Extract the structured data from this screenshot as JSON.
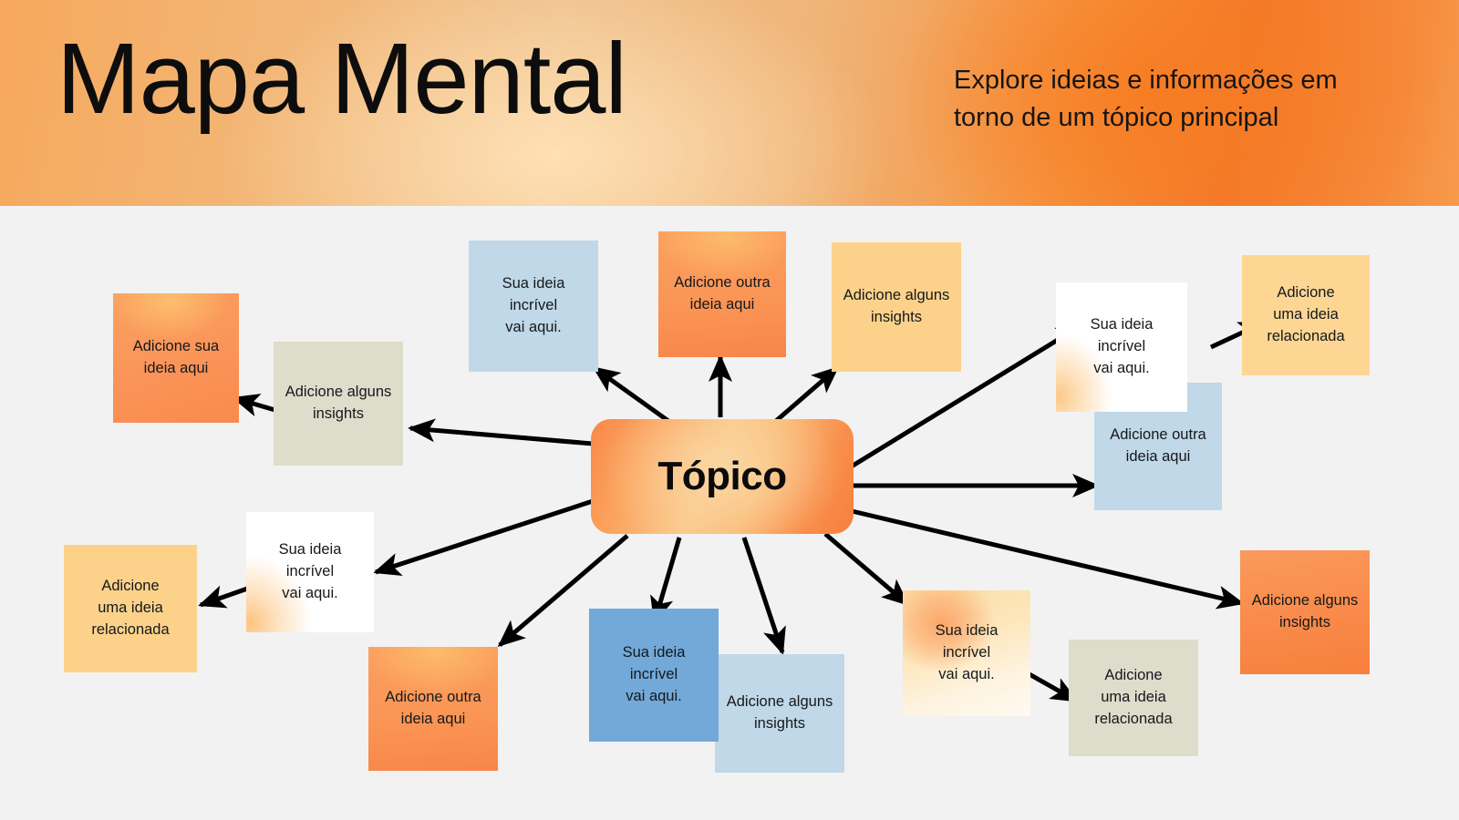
{
  "header": {
    "title": "Mapa Mental",
    "subtitle": "Explore ideias e informações em torno de um tópico principal",
    "gradient_start": "#f6a85c",
    "gradient_end": "#f2782a"
  },
  "center": {
    "label": "Tópico",
    "color": "#fba45f"
  },
  "cards": [
    {
      "id": "add-your-idea",
      "text": "Adicione sua\nideia aqui",
      "color": "#fa9458"
    },
    {
      "id": "insights-left",
      "text": "Adicione alguns\ninsights",
      "color": "#dedccb"
    },
    {
      "id": "amazing-idea-top",
      "text": "Sua ideia incrível\nvai aqui.",
      "color": "#c0d8e8"
    },
    {
      "id": "another-idea-top",
      "text": "Adicione outra\nideia aqui",
      "color": "#fa9458"
    },
    {
      "id": "insights-top",
      "text": "Adicione alguns\ninsights",
      "color": "#fcd28a"
    },
    {
      "id": "amazing-idea-right",
      "text": "Sua ideia\nincrível\nvai aqui.",
      "color": "#ffffff"
    },
    {
      "id": "related-idea-topright",
      "text": "Adicione\numa ideia\nrelacionada",
      "color": "#fcd28a"
    },
    {
      "id": "another-idea-right",
      "text": "Adicione outra\nideia aqui",
      "color": "#c0d8e8"
    },
    {
      "id": "insights-right",
      "text": "Adicione alguns\ninsights",
      "color": "#fa9458"
    },
    {
      "id": "amazing-idea-left",
      "text": "Sua ideia\nincrível\nvai aqui.",
      "color": "#ffffff"
    },
    {
      "id": "related-idea-left",
      "text": "Adicione\numa ideia\nrelacionada",
      "color": "#fcd28a"
    },
    {
      "id": "another-idea-bottom",
      "text": "Adicione outra\nideia aqui",
      "color": "#fa9458"
    },
    {
      "id": "amazing-idea-bottom",
      "text": "Sua ideia incrível\nvai aqui.",
      "color": "#72a9d8"
    },
    {
      "id": "insights-bottom",
      "text": "Adicione alguns\ninsights",
      "color": "#c0d8e8"
    },
    {
      "id": "amazing-idea-bottomright",
      "text": "Sua ideia\nincrível\nvai aqui.",
      "color": "#fde2a8"
    },
    {
      "id": "related-idea-bottomright",
      "text": "Adicione\numa ideia\nrelacionada",
      "color": "#dedccb"
    }
  ],
  "connections": [
    {
      "from": "center",
      "to": "insights-left"
    },
    {
      "from": "center",
      "to": "amazing-idea-top"
    },
    {
      "from": "center",
      "to": "another-idea-top"
    },
    {
      "from": "center",
      "to": "insights-top"
    },
    {
      "from": "center",
      "to": "amazing-idea-right"
    },
    {
      "from": "center",
      "to": "another-idea-right"
    },
    {
      "from": "center",
      "to": "insights-right"
    },
    {
      "from": "center",
      "to": "amazing-idea-left"
    },
    {
      "from": "center",
      "to": "another-idea-bottom"
    },
    {
      "from": "center",
      "to": "amazing-idea-bottom"
    },
    {
      "from": "center",
      "to": "insights-bottom"
    },
    {
      "from": "center",
      "to": "amazing-idea-bottomright"
    },
    {
      "from": "insights-left",
      "to": "add-your-idea"
    },
    {
      "from": "amazing-idea-right",
      "to": "related-idea-topright"
    },
    {
      "from": "amazing-idea-left",
      "to": "related-idea-left"
    },
    {
      "from": "amazing-idea-bottomright",
      "to": "related-idea-bottomright"
    }
  ]
}
